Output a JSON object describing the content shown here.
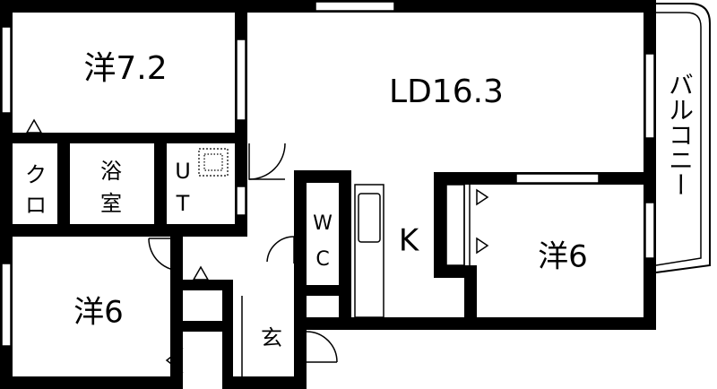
{
  "colors": {
    "wall": "#000000",
    "paper": "#ffffff",
    "line": "#000000"
  },
  "rooms": {
    "western_nw": "洋7.2",
    "living_dining": "LD16.3",
    "balcony": "バルコニー",
    "closet": [
      "ク",
      "ロ"
    ],
    "bath": [
      "浴",
      "室"
    ],
    "utility": [
      "U",
      "T"
    ],
    "toilet": [
      "W",
      "C"
    ],
    "kitchen": "K",
    "western_e": "洋6",
    "western_sw": "洋6",
    "entrance": "玄"
  },
  "icons": [
    "door-swing-icon",
    "window-icon",
    "washer-pan-icon",
    "sink-icon",
    "closet-arrow-icon"
  ]
}
